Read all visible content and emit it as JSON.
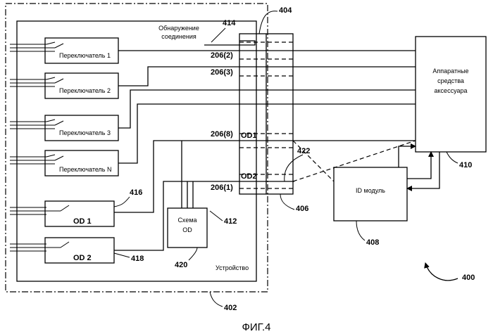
{
  "figure_caption": "ФИГ.4",
  "device": {
    "label": "Устройство",
    "ref_outer": "402",
    "ref_inner_boundary": "412",
    "switches": [
      {
        "label": "Переключатель 1"
      },
      {
        "label": "Переключатель 2"
      },
      {
        "label": "Переключатель 3"
      },
      {
        "label": "Переключатель N"
      }
    ],
    "od1": {
      "label": "OD 1",
      "ref": "416"
    },
    "od2": {
      "label": "OD 2",
      "ref": "418"
    },
    "od_circuit": {
      "line1": "Схема",
      "line2": "OD",
      "ref": "420"
    }
  },
  "connection_detection": {
    "line1": "Обнаружение",
    "line2": "соединения",
    "ref": "414"
  },
  "connector": {
    "ref_top": "404",
    "ref_bottom": "406"
  },
  "pins": [
    "206(2)",
    "206(3)",
    "206(8)",
    "206(1)"
  ],
  "signals": {
    "od1": "OD1",
    "od2": "OD2",
    "ref_dashed": "422"
  },
  "accessory": {
    "line1": "Аппаратные",
    "line2": "средства",
    "line3": "аксессуара",
    "ref": "410"
  },
  "id_module": {
    "label": "ID модуль",
    "ref": "408"
  },
  "system_ref": "400"
}
